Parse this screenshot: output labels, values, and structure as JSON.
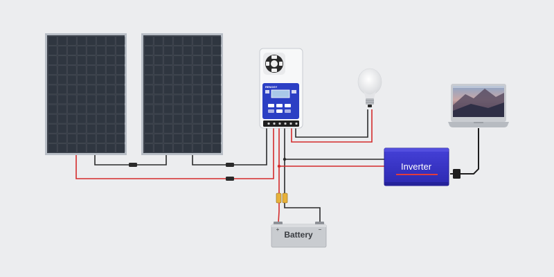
{
  "controller": {
    "brand": "RENOGY",
    "buttons": [
      "",
      "",
      "",
      ""
    ]
  },
  "inverter": {
    "label": "Inverter"
  },
  "battery": {
    "label": "Battery",
    "plus": "+",
    "minus": "−"
  },
  "colors": {
    "background": "#ecedef",
    "panel_cell": "#2f3640",
    "panel_frame": "#b8bec6",
    "wire_red": "#d42a2a",
    "wire_black": "#2a2a2a",
    "inverter_blue": "#3531c9",
    "controller_blue": "#2b3fc4",
    "battery_body": "#c9ccd0"
  },
  "icons": [
    "solar-panel-icon",
    "charge-controller-icon",
    "light-bulb-icon",
    "laptop-icon",
    "inverter-icon",
    "battery-icon",
    "fuse-icon",
    "wire-connector-icon"
  ]
}
